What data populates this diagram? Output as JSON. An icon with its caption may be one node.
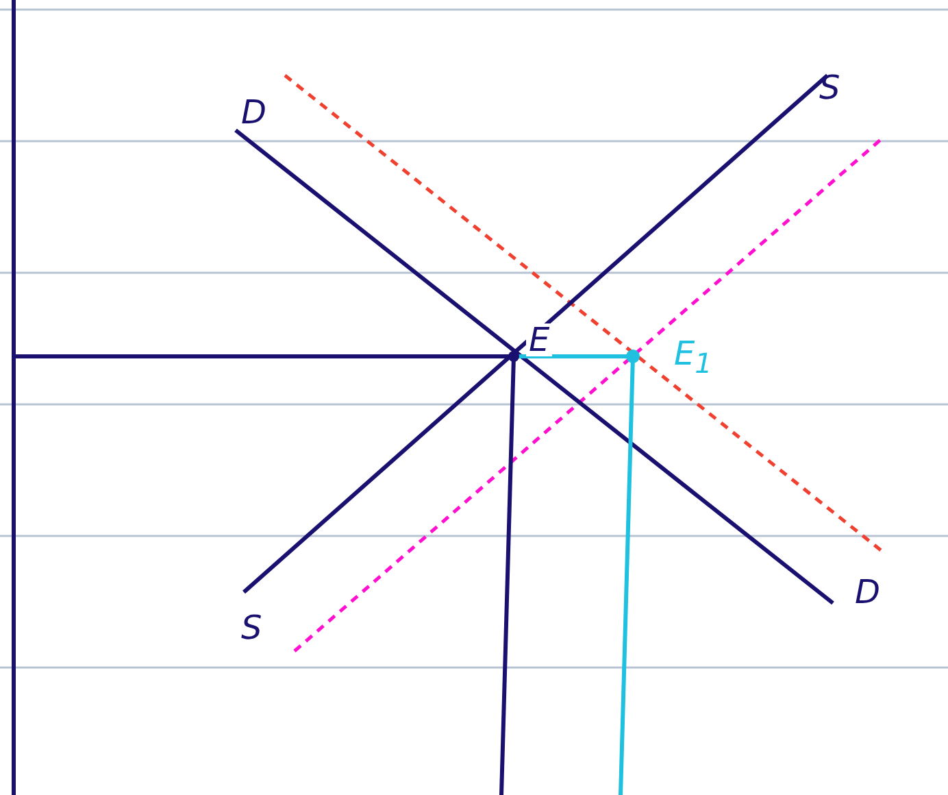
{
  "diagram": {
    "labels": [
      "D",
      "S",
      "E",
      "E$_{1}$",
      "S",
      "D"
    ]
  }
}
